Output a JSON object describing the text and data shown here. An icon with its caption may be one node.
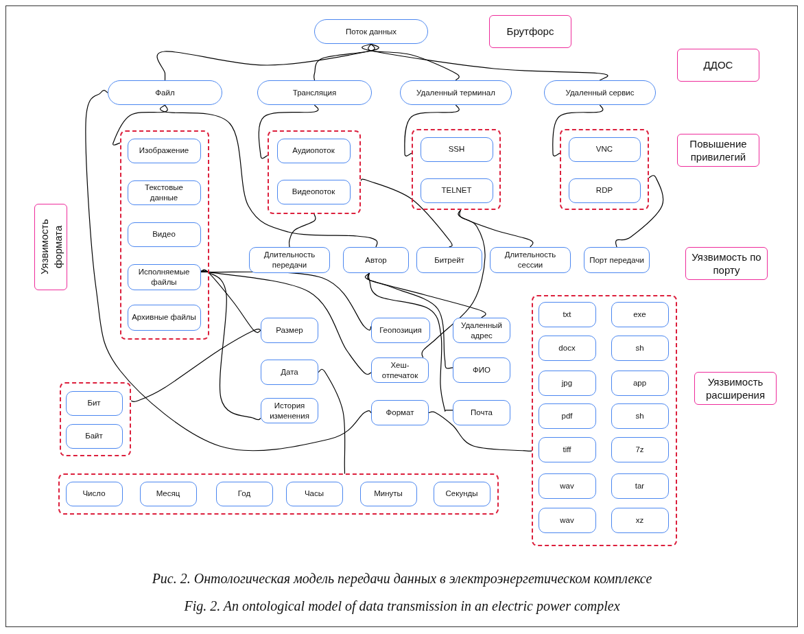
{
  "diagram": {
    "caption": "Рис. 2. Онтологическая модель передачи данных в электроэнергетическом комплексе",
    "nodes": [
      {
        "text": [
          "Поток данных"
        ]
      },
      {
        "text": [
          "Брутфорс"
        ]
      },
      {
        "text": [
          "ДДОС"
        ]
      },
      {
        "text": [
          "Файл"
        ]
      },
      {
        "text": [
          "Трансляция"
        ]
      },
      {
        "text": [
          "Удаленный терминал"
        ]
      },
      {
        "text": [
          "Удаленный сервис"
        ]
      },
      {
        "text": [],
        "shape": "box"
      },
      {
        "text": [
          "Изображение"
        ],
        "in": 7
      },
      {
        "text": [
          "Текстовые данные"
        ],
        "in": 7
      },
      {
        "text": [
          "Видео"
        ],
        "in": 7
      },
      {
        "text": [
          "Исполняемые файлы"
        ],
        "in": 7
      },
      {
        "text": [
          "Архивные файлы"
        ],
        "in": 7
      },
      {
        "text": [],
        "shape": "box"
      },
      {
        "text": [
          "Аудиопоток"
        ],
        "in": 13
      },
      {
        "text": [
          "Видеопоток"
        ],
        "in": 13
      },
      {
        "text": [],
        "shape": "box"
      },
      {
        "text": [
          "SSH"
        ],
        "in": 16
      },
      {
        "text": [
          "TELNET"
        ],
        "in": 16
      },
      {
        "text": [],
        "shape": "box"
      },
      {
        "text": [
          "VNC"
        ],
        "in": 19
      },
      {
        "text": [
          "RDP"
        ],
        "in": 19
      },
      {
        "text": [
          "Повышение привилегий"
        ]
      },
      {
        "text": [
          "Уязвимость формата"
        ]
      },
      {
        "text": [
          "Длительность передачи"
        ]
      },
      {
        "text": [
          "Автор"
        ]
      },
      {
        "text": [
          "Битрейт"
        ]
      },
      {
        "text": [
          "Длительность сессии"
        ]
      },
      {
        "text": [
          "Порт передачи"
        ]
      },
      {
        "text": [
          "Уязвимость по порту"
        ]
      },
      {
        "text": [
          "Размер"
        ]
      },
      {
        "text": [
          "Геопозиция"
        ]
      },
      {
        "text": [
          "Удаленный адрес"
        ]
      },
      {
        "text": [
          "Дата"
        ]
      },
      {
        "text": [
          "Хеш-отпечаток"
        ]
      },
      {
        "text": [
          "ФИО"
        ]
      },
      {
        "text": [
          "История изменения"
        ]
      },
      {
        "text": [
          "Формат"
        ]
      },
      {
        "text": [
          "Почта"
        ]
      },
      {
        "text": [],
        "shape": "box"
      },
      {
        "text": [
          "Бит"
        ],
        "in": 39
      },
      {
        "text": [
          "Байт"
        ],
        "in": 39
      },
      {
        "text": [],
        "shape": "box"
      },
      {
        "text": [
          "txt"
        ],
        "in": 42
      },
      {
        "text": [
          "exe"
        ],
        "in": 42
      },
      {
        "text": [
          "docx"
        ],
        "in": 42
      },
      {
        "text": [
          "sh"
        ],
        "in": 42
      },
      {
        "text": [
          "jpg"
        ],
        "in": 42
      },
      {
        "text": [
          "app"
        ],
        "in": 42
      },
      {
        "text": [
          "pdf"
        ],
        "in": 42
      },
      {
        "text": [
          "sh"
        ],
        "in": 42
      },
      {
        "text": [
          "tiff"
        ],
        "in": 42
      },
      {
        "text": [
          "7z"
        ],
        "in": 42
      },
      {
        "text": [
          "wav"
        ],
        "in": 42
      },
      {
        "text": [
          "tar"
        ],
        "in": 42
      },
      {
        "text": [
          "wav"
        ],
        "in": 42
      },
      {
        "text": [
          "xz"
        ],
        "in": 42
      },
      {
        "text": [
          "Уязвимость расширения"
        ]
      },
      {
        "text": [],
        "shape": "box"
      },
      {
        "text": [
          "Число"
        ],
        "in": 58
      },
      {
        "text": [
          "Месяц"
        ],
        "in": 58
      },
      {
        "text": [
          "Год"
        ],
        "in": 58
      },
      {
        "text": [
          "Часы"
        ],
        "in": 58
      },
      {
        "text": [
          "Минуты"
        ],
        "in": 58
      },
      {
        "text": [
          "Секунды"
        ],
        "in": 58
      }
    ],
    "edges": [
      {
        "from": 0,
        "to": 3,
        "arrow": "none"
      },
      {
        "from": 0,
        "to": 4,
        "arrow": "none"
      },
      {
        "from": 0,
        "to": 5,
        "arrow": "none"
      },
      {
        "from": 0,
        "to": 6,
        "arrow": "none"
      },
      {
        "from": 3,
        "to": 7,
        "arrow": "none"
      },
      {
        "from": 3,
        "to": 25,
        "arrow": "none"
      },
      {
        "from": 3,
        "to": 37,
        "arrow": "none"
      },
      {
        "from": 4,
        "to": 13,
        "arrow": "none"
      },
      {
        "from": 13,
        "to": 24,
        "arrow": "none"
      },
      {
        "from": 13,
        "to": 26,
        "arrow": "none"
      },
      {
        "from": 5,
        "to": 16,
        "arrow": "none"
      },
      {
        "from": 6,
        "to": 19,
        "arrow": "none"
      },
      {
        "from": 16,
        "to": 27,
        "arrow": "none"
      },
      {
        "from": 16,
        "to": 34,
        "arrow": "none"
      },
      {
        "from": 19,
        "to": 28,
        "arrow": "none"
      },
      {
        "from": 11,
        "to": 30,
        "arrow": "none"
      },
      {
        "from": 11,
        "to": 36,
        "arrow": "none"
      },
      {
        "from": 11,
        "to": 31,
        "arrow": "none"
      },
      {
        "from": 11,
        "to": 34,
        "arrow": "none"
      },
      {
        "from": 25,
        "to": 32,
        "arrow": "none"
      },
      {
        "from": 25,
        "to": 35,
        "arrow": "none"
      },
      {
        "from": 25,
        "to": 38,
        "arrow": "none"
      },
      {
        "from": 33,
        "to": 58,
        "arrow": "none"
      },
      {
        "from": 37,
        "to": 42,
        "arrow": "none"
      },
      {
        "from": 30,
        "to": 39,
        "arrow": "none"
      }
    ],
    "labels": [
      "Fig. 2. An ontological model of data transmission in an electric power complex"
    ]
  }
}
